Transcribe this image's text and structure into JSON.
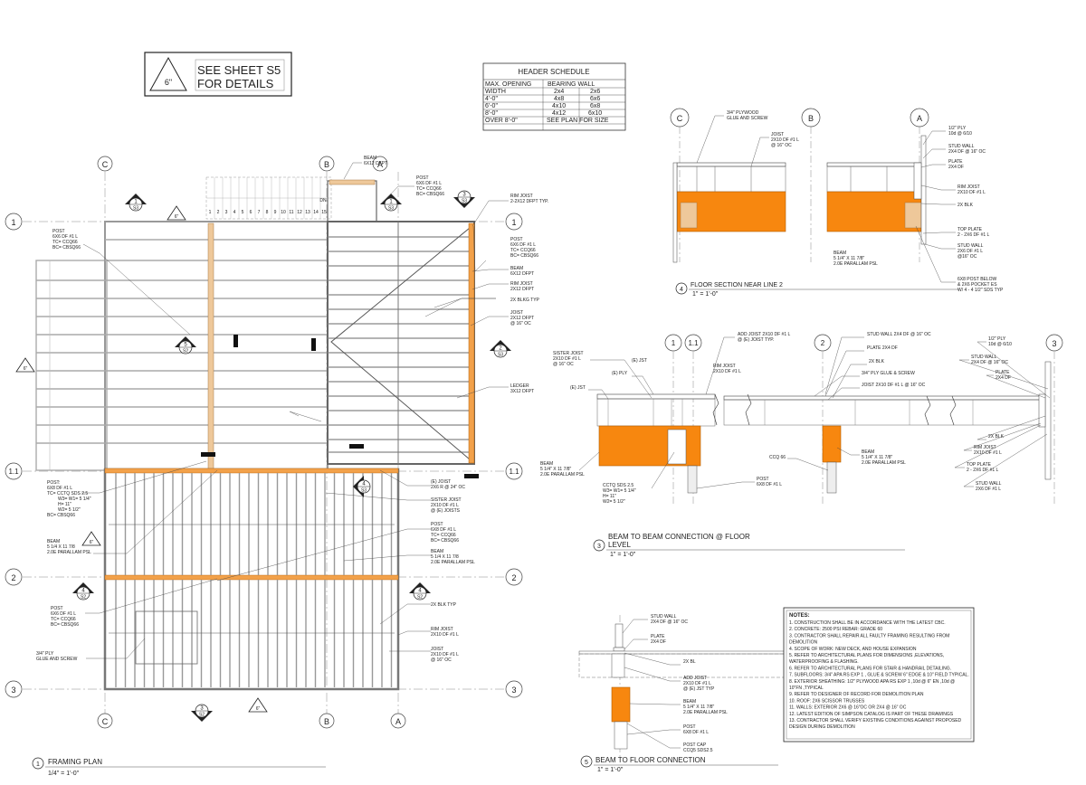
{
  "reference_note": {
    "symbol": "6\"",
    "lines": [
      "SEE SHEET S5",
      "FOR DETAILS"
    ]
  },
  "header_schedule": {
    "title": "HEADER SCHEDULE",
    "rows": [
      [
        "MAX. OPENING",
        "BEARING WALL",
        ""
      ],
      [
        "WIDTH",
        "2x4",
        "2x6"
      ],
      [
        "4'-0\"",
        "4x8",
        "6x6"
      ],
      [
        "6'-0\"",
        "4x10",
        "6x8"
      ],
      [
        "8'-0\"",
        "4x12",
        "6x10"
      ],
      [
        "OVER 8'-0\"",
        "SEE PLAN FOR SIZE",
        ""
      ]
    ]
  },
  "grids": {
    "c": "C",
    "b": "B",
    "a": "A",
    "g1": "1",
    "g11": "1.1",
    "g2": "2",
    "g3": "3"
  },
  "stair_numbers": [
    "1",
    "2",
    "3",
    "4",
    "5",
    "6",
    "7",
    "8",
    "9",
    "10",
    "11",
    "12",
    "13",
    "14",
    "15"
  ],
  "stair_dn": "DN",
  "plan_labels": {
    "beam_top": [
      "BEAM",
      "6X12 DFPT"
    ],
    "post_top": [
      "POST",
      "6X6 DF #1 L",
      "TC= CCQ66",
      "BC= CBSQ66"
    ],
    "post_left": [
      "POST",
      "6X6 DF #1 L",
      "TC= CCQ66",
      "BC= CBSQ66"
    ],
    "rim_joist_top": [
      "RIM JOIST",
      "2-2X12 DFPT TYP."
    ],
    "post_right": [
      "POST",
      "6X6 DF #1 L",
      "TC= CCQ66",
      "BC= CBSQ66"
    ],
    "beam_right": [
      "BEAM",
      "6X12 DFPT"
    ],
    "rim_joist_right": [
      "RIM JOIST",
      "2X12 DFPT"
    ],
    "blkg": "2X BLKG TYP",
    "joist_right": [
      "JOIST",
      "2X12 DFPT",
      "@ 16\" OC"
    ],
    "ledger": [
      "LEDGER",
      "3X12 DFPT"
    ],
    "post_cctq": [
      "POST:",
      "6X8 DF #1 L",
      "TC= CCTQ SDS 2.5",
      "W3= W1= 5 1/4\"",
      "H= 11\"",
      "W2= 5 1/2\"",
      "BC= CBSQ66"
    ],
    "beam_left": [
      "BEAM",
      "5 1/4 X 11 7/8",
      "2.0E PARALLAM PSL"
    ],
    "e_joist": [
      "(E) JOIST",
      "2X6 R @ 24\" OC"
    ],
    "sister_joist": [
      "SISTER JOIST",
      "2X10 DF #1 L",
      "@ (E) JOISTS"
    ],
    "post_mid": [
      "POST",
      "6X8 DF #1 L",
      "TC= CCQ66",
      "BC= CBSQ66"
    ],
    "beam_mid": [
      "BEAM",
      "5 1/4 X 11 7/8",
      "2.0E PARALLAM PSL"
    ],
    "post_bl": [
      "POST",
      "6X6 DF #1 L",
      "TC= CCQ66",
      "BC= CBSQ66"
    ],
    "blk_typ": "2X BLK TYP",
    "rim_joist_br": [
      "RIM JOIST",
      "2X10 DF #1 L"
    ],
    "joist_br": [
      "JOIST",
      "2X10 DF #1 L",
      "@ 16\" OC"
    ],
    "ply": [
      "3/4\" PLY",
      "GLUE AND SCREW"
    ]
  },
  "section_marks": {
    "top_left": {
      "num": "1",
      "sheet": "S3"
    },
    "top_right": {
      "num": "1",
      "sheet": "S3"
    },
    "rim": {
      "num": "3",
      "sheet": "S3"
    },
    "mid": {
      "num": "5",
      "sheet": "S2"
    },
    "right_mid": {
      "num": "2",
      "sheet": "S3"
    },
    "center": {
      "num": "4",
      "sheet": "S3"
    },
    "left_low": {
      "num": "4",
      "sheet": "S2"
    },
    "right_low": {
      "num": "4",
      "sheet": "S2"
    },
    "bottom": {
      "num": "3",
      "sheet": "S2"
    },
    "detail_tag": "6\""
  },
  "plan_title": {
    "num": "1",
    "title": "FRAMING PLAN",
    "scale": "1/4\" = 1'-0\""
  },
  "detail4": {
    "num": "4",
    "title": "FLOOR SECTION NEAR LINE 2",
    "scale": "1\" = 1'-0\"",
    "labels": {
      "plywood": [
        "3/4\" PLYWOOD",
        "GLUE AND SCREW"
      ],
      "joist": [
        "JOIST",
        "2X10 DF #1 L",
        "@ 16\" OC"
      ],
      "beam": [
        "BEAM",
        "5 1/4\" X 11 7/8\"",
        "2.0E PARALLAM PSL"
      ],
      "ply": [
        "1/2\" PLY",
        "10d @ 6/10"
      ],
      "stud_wall": [
        "STUD WALL",
        "2X4 DF @ 16\" OC"
      ],
      "plate": [
        "PLATE",
        "2X4 DF"
      ],
      "rim_joist": [
        "RIM JOIST",
        "2X10 DF #1 L"
      ],
      "blk": "2X BLK",
      "top_plate": [
        "TOP PLATE",
        "2 - 2X6 DF #1 L"
      ],
      "stud_wall2": [
        "STUD WALL",
        "2X6 DF #1 L",
        "@16\" OC"
      ],
      "post_below": [
        "6X8 POST BELOW",
        "& 2X6 POCKET ES",
        "W/ 4 - 4 1/2\" SDS TYP"
      ]
    }
  },
  "detail3": {
    "num": "3",
    "title": "BEAM TO BEAM CONNECTION @ FLOOR",
    "title2": "LEVEL",
    "scale": "1\" = 1'-0\"",
    "labels": {
      "sister": [
        "SISTER JOIST",
        "2X10 DF #1 L",
        "@ 16\" OC"
      ],
      "e_ply": "(E) PLY",
      "e_jst": "(E) JST",
      "e_jst2": "(E) JST",
      "rim": [
        "RIM JOIST",
        "2X10 DF #1 L"
      ],
      "add_joist": [
        "ADD JOIST 2X10 DF #1 L",
        "@ (E) JOIST TYP."
      ],
      "stud_wall_top": "STUD WALL 2X4 DF @ 16\" OC",
      "plate": "PLATE 2X4 DF",
      "blk": "2X BLK",
      "ply_glue": "3/4\" PLY GLUE & SCREW",
      "joist_mid": "JOIST 2X10 DF #1 L @ 16\" OC",
      "ply_r": [
        "1/2\" PLY",
        "10d @ 6/10"
      ],
      "stud_wall_r": [
        "STUD WALL",
        "2X4 DF @ 16\" OC"
      ],
      "plate_r": [
        "PLATE",
        "2X4 DF"
      ],
      "beam_l": [
        "BEAM",
        "5 1/4\" X 11 7/8\"",
        "2.0E PARALLAM PSL"
      ],
      "cctq": [
        "CCTQ SDS 2.5",
        "W3= W1= 5 1/4\"",
        "H= 11\"",
        "W2= 5 1/2\""
      ],
      "post": [
        "POST",
        "6X8 DF #1 L"
      ],
      "ccq": "CCQ 66",
      "beam_m": [
        "BEAM",
        "5 1/4\" X 11 7/8\"",
        "2.0E PARALLAM PSL"
      ],
      "blk_r": "2X BLK",
      "rim_r": [
        "RIM JOIST",
        "2X10 DF #1 L"
      ],
      "top_plate": [
        "TOP PLATE",
        "2 - 2X6 DF #1 L"
      ],
      "stud_wall_r2": [
        "STUD WALL",
        "2X6 DF #1 L"
      ]
    }
  },
  "detail5": {
    "num": "5",
    "title": "BEAM TO FLOOR CONNECTION",
    "scale": "1\" = 1'-0\"",
    "labels": {
      "stud": [
        "STUD WALL",
        "2X4 DF @ 16\" OC"
      ],
      "plate": [
        "PLATE",
        "2X4 DF"
      ],
      "bl": "2X BL",
      "add_joist": [
        "ADD JOIST",
        "2X10 DF #1 L",
        "@ (E) JST TYP"
      ],
      "beam": [
        "BEAM",
        "5 1/4\" X 11 7/8\"",
        "2.0E PARALLAM PSL"
      ],
      "post": [
        "POST",
        "6X8 DF #1 L"
      ],
      "cap": [
        "POST CAP",
        "CCQ5 SDS2.5"
      ]
    }
  },
  "notes": {
    "title": "NOTES:",
    "items": [
      "1. CONSTRUCTION SHALL BE IN ACCORDANCE WITH THE LATEST CBC.",
      "2. CONCRETE: 2500 PSI REBAR: GRADE 60",
      "3. CONTRACTOR SHALL REPAIR ALL FAULTY FRAMING RESULTING FROM",
      "DEMOLITION",
      "4. SCOPE OF WORK: NEW DECK, AND HOUSE EXPANSION",
      "5. REFER TO ARCHITECTURAL PLANS FOR DIMENSIONS ,ELEVATIONS,",
      "WATERPROOFING & FLASHING.",
      "6. REFER TO ARCHITECTURAL PLANS FOR STAIR & HANDRAIL DETAILING.",
      "7. SUBFLOORS: 3/4\" APA RS EXP 1 , GLUE & SCREW 6\" EDGE & 10\" FIELD TYPICAL.",
      "8. EXTERIOR SHEATHING: 1/2\" PLYWOOD APA RS EXP 1 ,10d @ 6\" EN ,10d @",
      "10\"FN ,TYPICAL",
      "9. REFER TO DESIGNER OF RECORD FOR DEMOLITION PLAN",
      "10. ROOF: 2X6 SCISSOR TRUSSES",
      "11. WALLS: EXTERIOR 2X6 @ 16\"OC OR 2X4 @ 16\" OC",
      "12. LATEST EDITION OF SIMPSON CATALOG IS PART OF THESE DRAWINGS",
      "13. CONTRACTOR SHALL VERIFY EXISTING CONDITIONS AGAINST PROPOSED",
      "DESIGN DURING DEMOLITION"
    ]
  }
}
